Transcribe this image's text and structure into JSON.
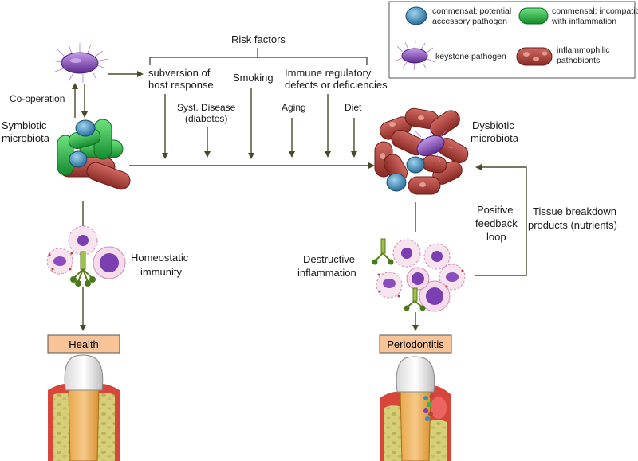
{
  "legend": {
    "commensal_accessory": [
      "commensal; potential",
      "accessory pathogen"
    ],
    "commensal_incompatible": [
      "commensal; incompatible",
      "with inflammation"
    ],
    "keystone": "keystone pathogen",
    "inflammophilic": [
      "inflammophilic",
      "pathobionts"
    ]
  },
  "risk_factors": {
    "title": "Risk factors",
    "subversion": [
      "subversion of",
      "host response"
    ],
    "smoking": "Smoking",
    "immune": [
      "Immune regulatory",
      "defects or deficiencies"
    ],
    "syst_disease": [
      "Syst. Disease",
      "(diabetes)"
    ],
    "aging": "Aging",
    "diet": "Diet"
  },
  "left": {
    "cooperation": "Co-operation",
    "symbiotic": [
      "Symbiotic",
      "microbiota"
    ],
    "homeostatic": [
      "Homeostatic",
      "immunity"
    ],
    "outcome": "Health"
  },
  "right": {
    "dysbiotic": [
      "Dysbiotic",
      "microbiota"
    ],
    "destructive": [
      "Destructive",
      "inflammation"
    ],
    "feedback": [
      "Positive",
      "feedback",
      "loop"
    ],
    "tissue": [
      "Tissue breakdown",
      "products (nutrients)"
    ],
    "outcome": "Periodontitis"
  },
  "colors": {
    "arrow": "#4a4a2a",
    "outcome_box": "#f7c397",
    "blue_bug": "#3a8fc0",
    "green_bug": "#2eb84a",
    "red_bug": "#b5463f",
    "keystone": "#7a3fb0",
    "gum": "#d8453a",
    "bone": "#d9d27a"
  }
}
